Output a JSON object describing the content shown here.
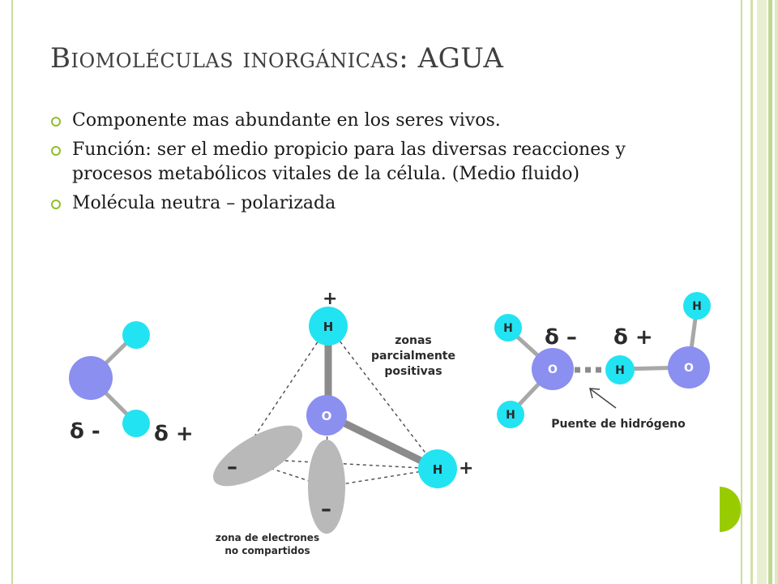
{
  "slide": {
    "title": "Biomoléculas inorgánicas: AGUA",
    "bullets": [
      "Componente mas abundante en los seres vivos.",
      "Función: ser el medio propicio para las diversas reacciones y procesos metabólicos vitales de la célula. (Medio fluido)",
      "Molécula neutra – polarizada"
    ]
  },
  "diagram_left": {
    "delta_minus": "δ -",
    "delta_plus": "δ +"
  },
  "diagram_center": {
    "plus_top": "+",
    "atom_h_top": "H",
    "atom_o": "O",
    "atom_h_right": "H",
    "plus_right": "+",
    "minus_left": "–",
    "minus_bottom": "–",
    "zones_positive": [
      "zonas",
      "parcialmente",
      "positivas"
    ],
    "zones_electrons": [
      "zona de electrones",
      "no compartidos"
    ]
  },
  "diagram_right": {
    "atom_h_left_top": "H",
    "atom_h_left_bottom": "H",
    "atom_o_left": "O",
    "atom_h_bridge": "H",
    "atom_o_right": "O",
    "atom_h_right_top": "H",
    "delta_minus": "δ –",
    "delta_plus": "δ +",
    "bond_caption": "Puente de hidrógeno"
  },
  "colors": {
    "accent": "#99cc00",
    "hydrogen": "#22e3f2",
    "oxygen": "#8a8ff0",
    "lobe": "#b9b9b9"
  }
}
